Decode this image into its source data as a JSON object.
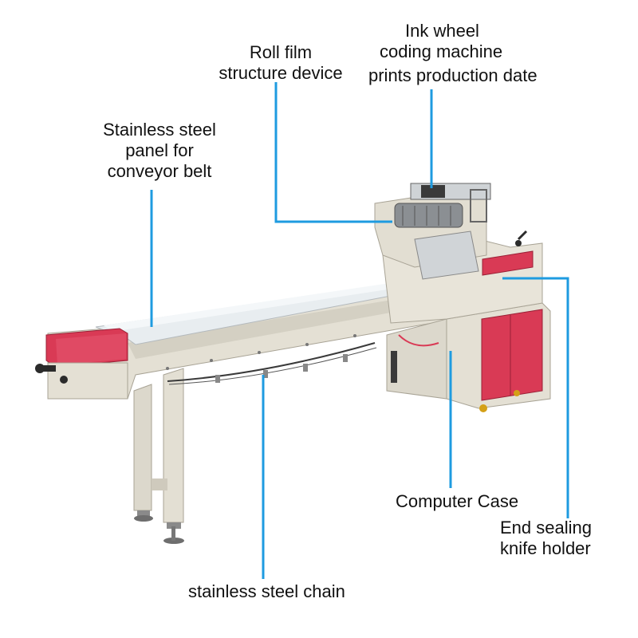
{
  "labels": {
    "roll_film": [
      "Roll  film",
      "structure device"
    ],
    "ink_wheel": [
      "Ink wheel",
      "coding machine",
      "prints production date"
    ],
    "stainless_panel": [
      "Stainless steel",
      "panel for",
      "conveyor belt"
    ],
    "computer_case": "Computer Case",
    "end_sealing": [
      "End sealing",
      "knife holder"
    ],
    "chain": "stainless steel chain"
  },
  "colors": {
    "leader_line": "#1e9be0",
    "machine_body": "#e5e1d6",
    "machine_shadow": "#c9c4b6",
    "accent_red": "#d93a55",
    "steel": "#cfd3d6",
    "dark": "#2b2b2b"
  }
}
